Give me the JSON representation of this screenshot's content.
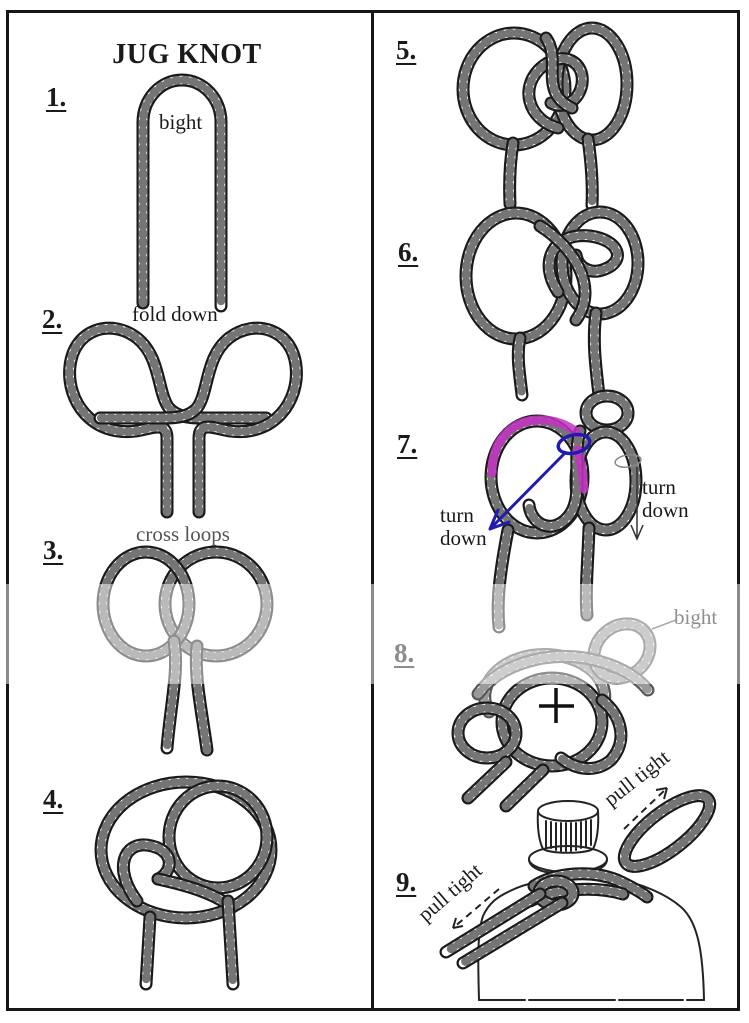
{
  "title": "JUG KNOT",
  "steps": [
    {
      "num": "1.",
      "label": "bight"
    },
    {
      "num": "2.",
      "label": "fold down"
    },
    {
      "num": "3.",
      "label": "cross loops"
    },
    {
      "num": "4."
    },
    {
      "num": "5."
    },
    {
      "num": "6."
    },
    {
      "num": "7.",
      "annotation_left": "turn down",
      "annotation_right": "turn down"
    },
    {
      "num": "8.",
      "label": "bight"
    },
    {
      "num": "9.",
      "annotation_left": "pull tight",
      "annotation_right": "pull tight"
    }
  ],
  "colors": {
    "ink": "#1a1a1a",
    "highlight_magenta": "#c433c4",
    "annotation_blue": "#231bb0",
    "faded_gray": "#8f8f8f"
  }
}
